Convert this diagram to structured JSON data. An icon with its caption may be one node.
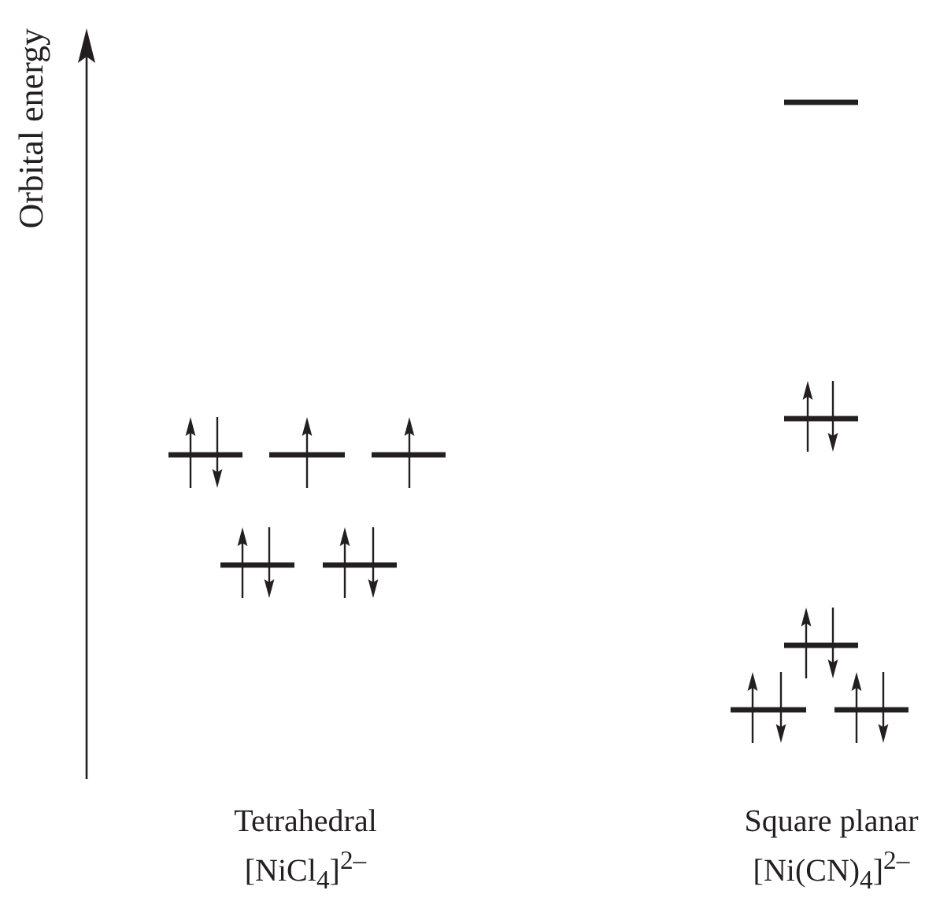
{
  "diagram": {
    "labels": [
      "Orbital energy",
      "Tetrahedral",
      "[NiCl$_{4}$]$^{2–}$",
      "Square planar",
      "[Ni(CN)$_{4}$]$^{2–}$"
    ]
  }
}
